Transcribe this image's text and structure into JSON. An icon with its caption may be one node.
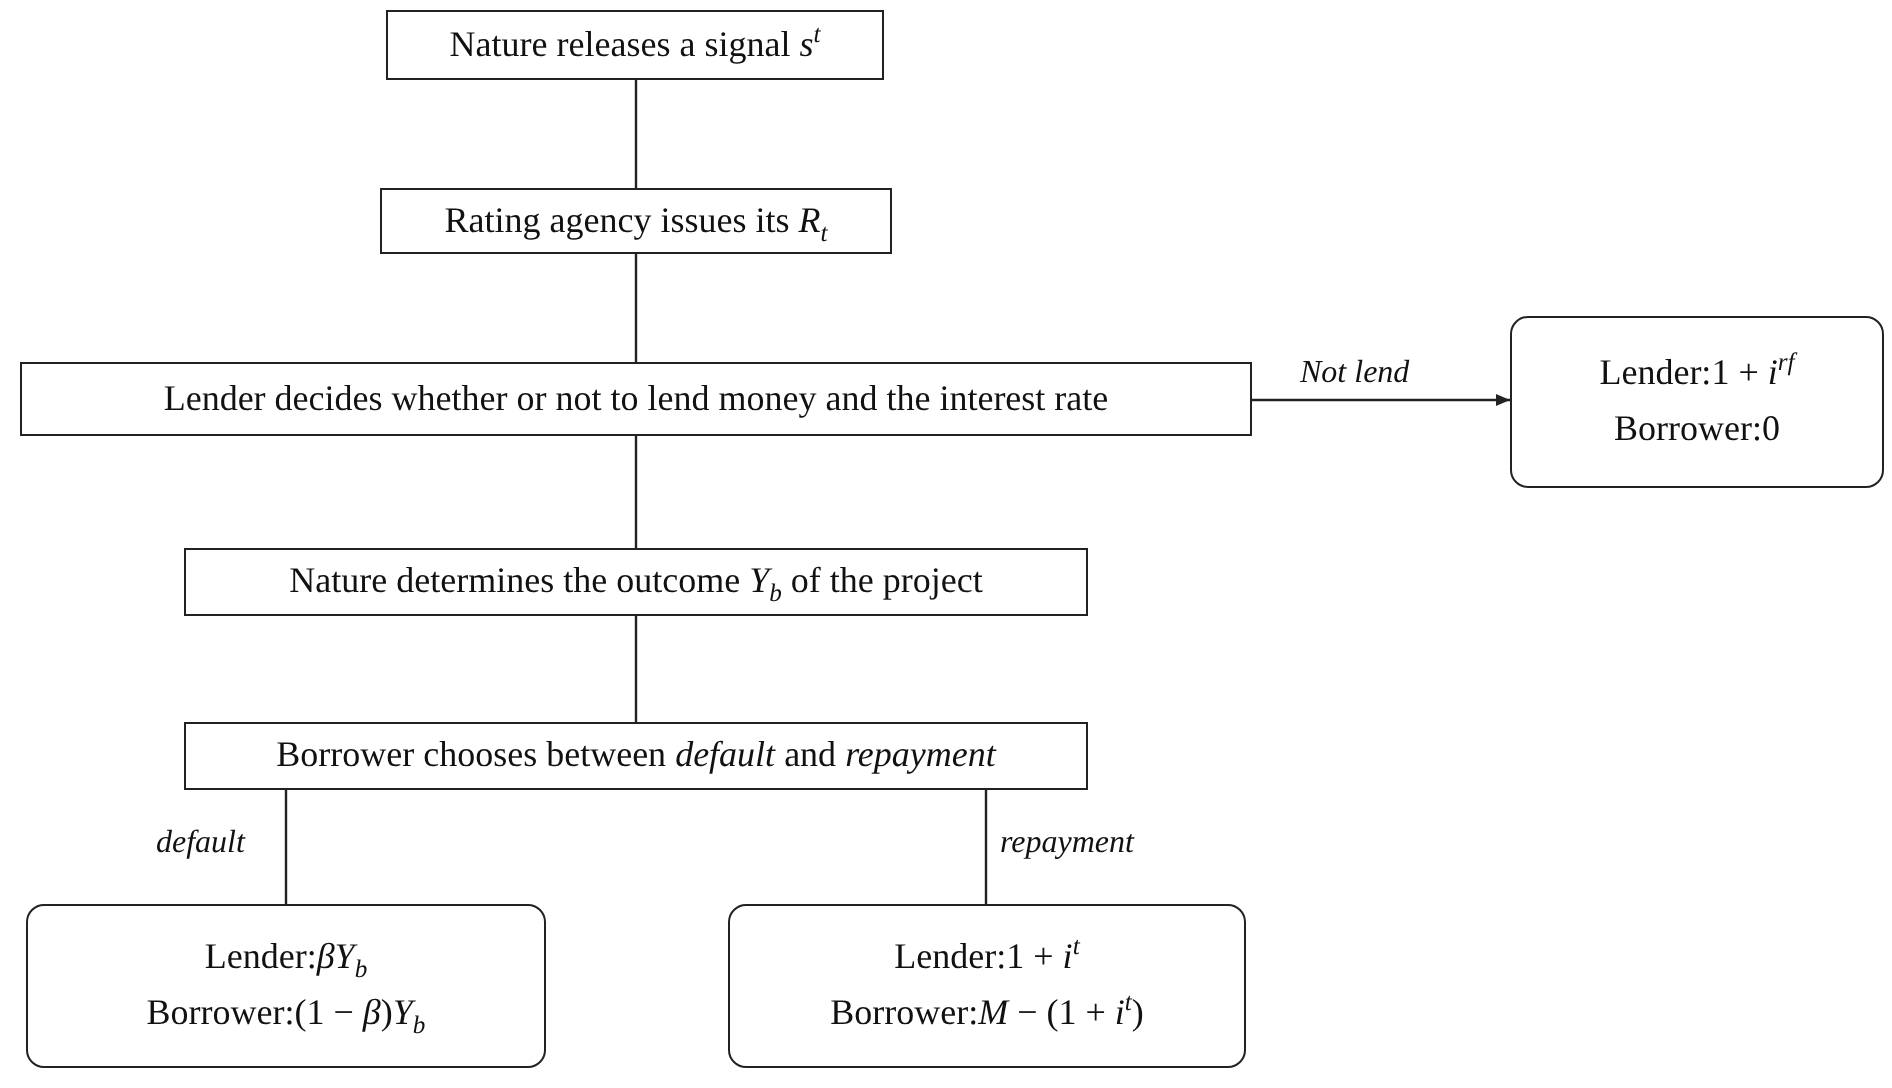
{
  "diagram": {
    "nodes": [
      {
        "text": [
          "Nature releases a signal *s*$^{t}$"
        ]
      },
      {
        "text": [
          "Rating agency issues its *R*$_{t}$"
        ]
      },
      {
        "text": [
          "Lender decides whether or not to lend money and the interest rate"
        ]
      },
      {
        "text": [
          "Lender:1 + *i*$^{rf}$",
          "Borrower:0"
        ]
      },
      {
        "text": [
          "Nature determines the outcome *Y*$_{b}$ of the project"
        ]
      },
      {
        "text": [
          "Borrower chooses between *default* and *repayment*"
        ]
      },
      {
        "text": [
          "Lender:*βY*$_{b}$",
          "Borrower:(1 − *β*)*Y*$_{b}$"
        ]
      },
      {
        "text": [
          "Lender:1 + *i*$^{t}$",
          "Borrower:*M* − (1 + *i*$^{t}$)"
        ]
      }
    ],
    "edges": [
      {
        "from": 0,
        "to": 1,
        "arrow": "none"
      },
      {
        "from": 1,
        "to": 2,
        "arrow": "none"
      },
      {
        "from": 2,
        "to": 3,
        "arrow": "to",
        "label": "Not lend"
      },
      {
        "from": 2,
        "to": 4,
        "arrow": "none"
      },
      {
        "from": 4,
        "to": 5,
        "arrow": "none"
      },
      {
        "from": 5,
        "to": 6,
        "arrow": "none",
        "label": "default"
      },
      {
        "from": 5,
        "to": 7,
        "arrow": "none",
        "label": "repayment"
      }
    ]
  }
}
